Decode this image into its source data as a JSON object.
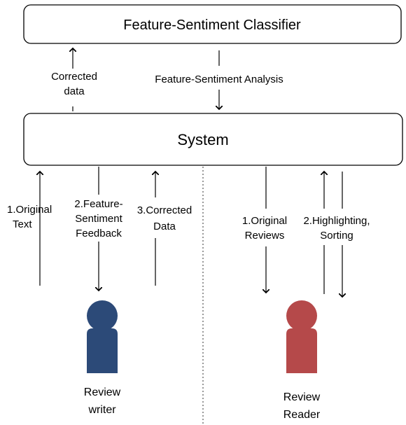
{
  "classifier": {
    "title": "Feature-Sentiment Classifier"
  },
  "system": {
    "title": "System"
  },
  "links": {
    "corrected_data": [
      "Corrected",
      "data"
    ],
    "analysis": "Feature-Sentiment Analysis"
  },
  "writer": {
    "original_text": [
      "1.Original",
      "Text"
    ],
    "feedback": [
      "2.Feature-",
      "Sentiment",
      "Feedback"
    ],
    "corrected_data": [
      "3.Corrected",
      "Data"
    ],
    "name": [
      "Review",
      "writer"
    ],
    "color": "#2c4a78"
  },
  "reader": {
    "original_reviews": [
      "1.Original",
      "Reviews"
    ],
    "highlighting": [
      "2.Highlighting,",
      "Sorting"
    ],
    "name": [
      "Review",
      "Reader"
    ],
    "color": "#b5494a"
  }
}
